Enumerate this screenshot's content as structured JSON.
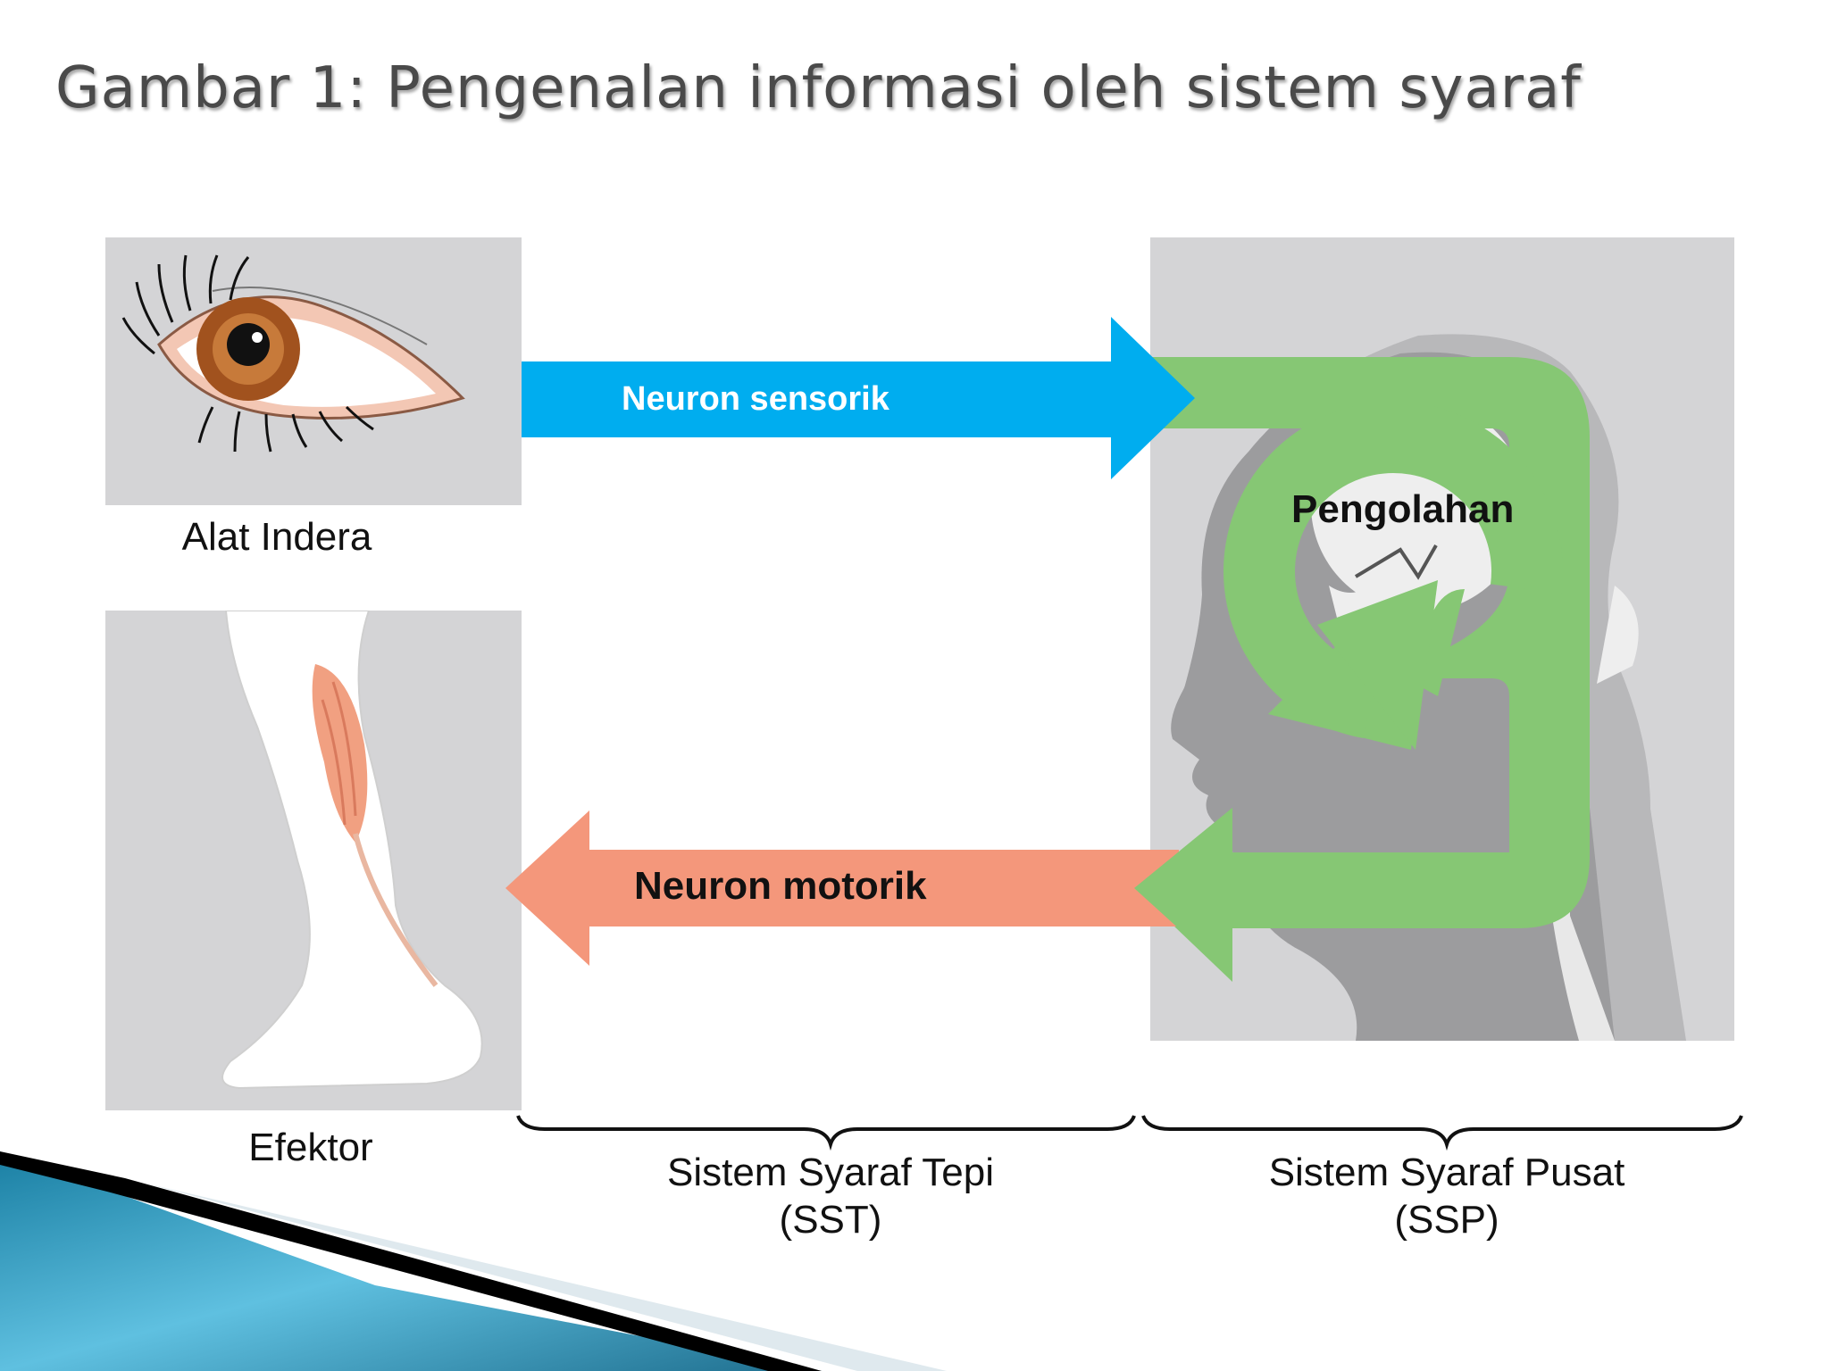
{
  "title": "Gambar 1: Pengenalan informasi oleh sistem syaraf",
  "sensory_panel_label": "Alat Indera",
  "effector_panel_label": "Efektor",
  "sensory_arrow_label": "Neuron sensorik",
  "motor_arrow_label": "Neuron motorik",
  "processing_label": "Pengolahan",
  "pns_label": {
    "line1": "Sistem Syaraf Tepi",
    "line2": "(SST)"
  },
  "cns_label": {
    "line1": "Sistem Syaraf Pusat",
    "line2": "(SSP)"
  },
  "colors": {
    "sensory_arrow": "#00adef",
    "motor_arrow": "#f4977b",
    "processing_arrow": "#86c774",
    "panel_bg": "#d4d4d6",
    "head_silhouette": "#9c9c9e",
    "title_text": "#4a4a4a"
  },
  "icons": [
    "eye-illustration",
    "leg-muscle-illustration",
    "head-silhouette-illustration",
    "slide-corner-decoration"
  ]
}
